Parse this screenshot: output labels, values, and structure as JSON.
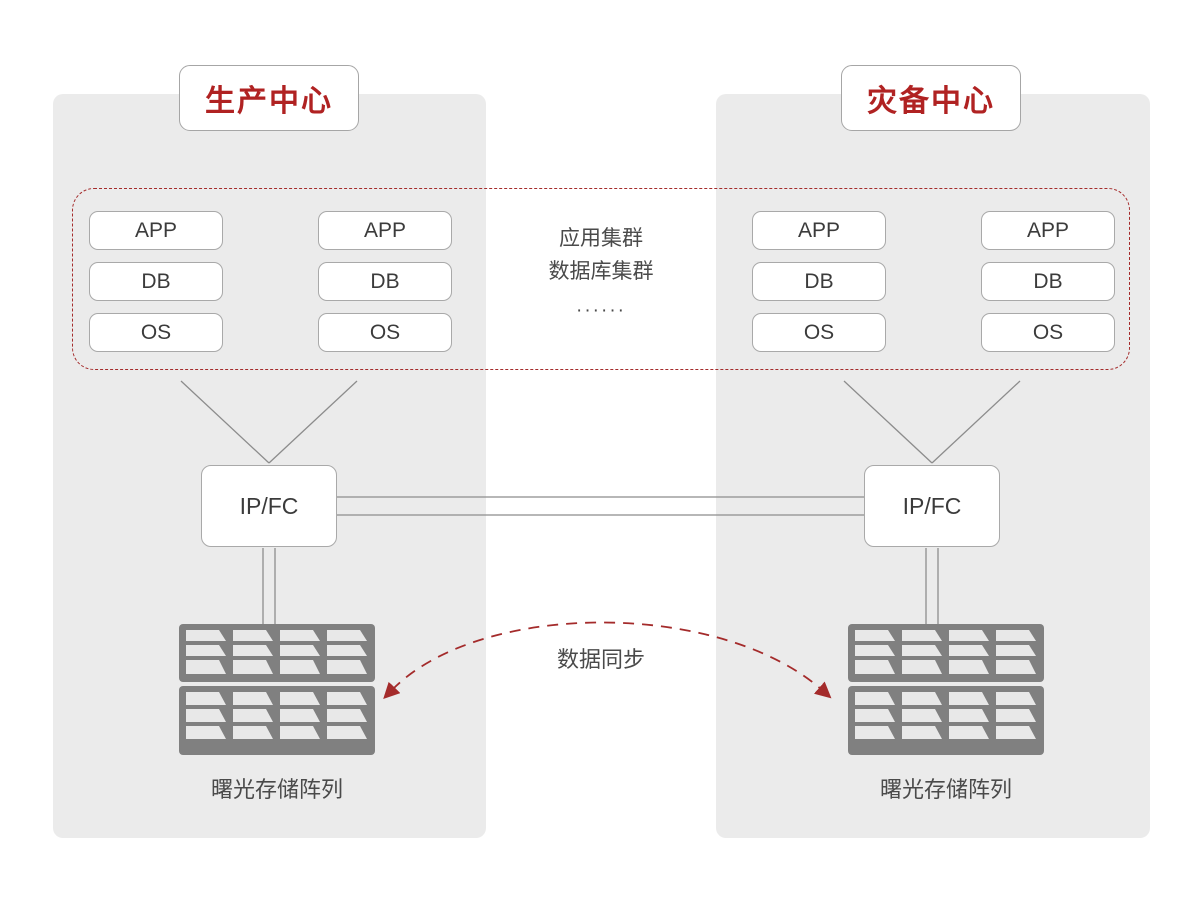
{
  "diagram": {
    "title_production": "生产中心",
    "title_dr": "灾备中心",
    "cluster_band_name": "cluster-band",
    "cluster_caption": {
      "line1": "应用集群",
      "line2": "数据库集群",
      "ellipsis": "······"
    },
    "sync_label": "数据同步",
    "colors": {
      "panel_bg": "#ebebeb",
      "accent_red": "#b02222",
      "dashed_red": "#a42b2b",
      "line_gray": "#8c8c8c",
      "box_border": "#a9a9a9",
      "storage_frame": "#808080",
      "storage_slot": "#e8e8e8",
      "text_dark": "#3b3b3b",
      "text_body": "#4a4a4a",
      "page_bg": "#ffffff"
    },
    "sites": [
      {
        "id": "production",
        "title": "生产中心",
        "stacks": [
          {
            "id": "stack-l1",
            "boxes": [
              "APP",
              "DB",
              "OS"
            ]
          },
          {
            "id": "stack-l2",
            "boxes": [
              "APP",
              "DB",
              "OS"
            ]
          }
        ],
        "fabric": "IP/FC",
        "storage_caption": "曙光存储阵列"
      },
      {
        "id": "disaster-recovery",
        "title": "灾备中心",
        "stacks": [
          {
            "id": "stack-r1",
            "boxes": [
              "APP",
              "DB",
              "OS"
            ]
          },
          {
            "id": "stack-r2",
            "boxes": [
              "APP",
              "DB",
              "OS"
            ]
          }
        ],
        "fabric": "IP/FC",
        "storage_caption": "曙光存储阵列"
      }
    ],
    "stacks": {
      "l1": {
        "app": "APP",
        "db": "DB",
        "os": "OS"
      },
      "l2": {
        "app": "APP",
        "db": "DB",
        "os": "OS"
      },
      "r1": {
        "app": "APP",
        "db": "DB",
        "os": "OS"
      },
      "r2": {
        "app": "APP",
        "db": "DB",
        "os": "OS"
      }
    },
    "fabric": {
      "left_label": "IP/FC",
      "right_label": "IP/FC"
    },
    "storage": {
      "left_caption": "曙光存储阵列",
      "right_caption": "曙光存储阵列",
      "slot_columns": 4,
      "slot_rows_per_half": 3,
      "halves": 2
    },
    "connections": {
      "inter_site_links": 2,
      "fabric_to_storage_links": 2,
      "sync_arrow": "bidirectional-dashed"
    }
  }
}
